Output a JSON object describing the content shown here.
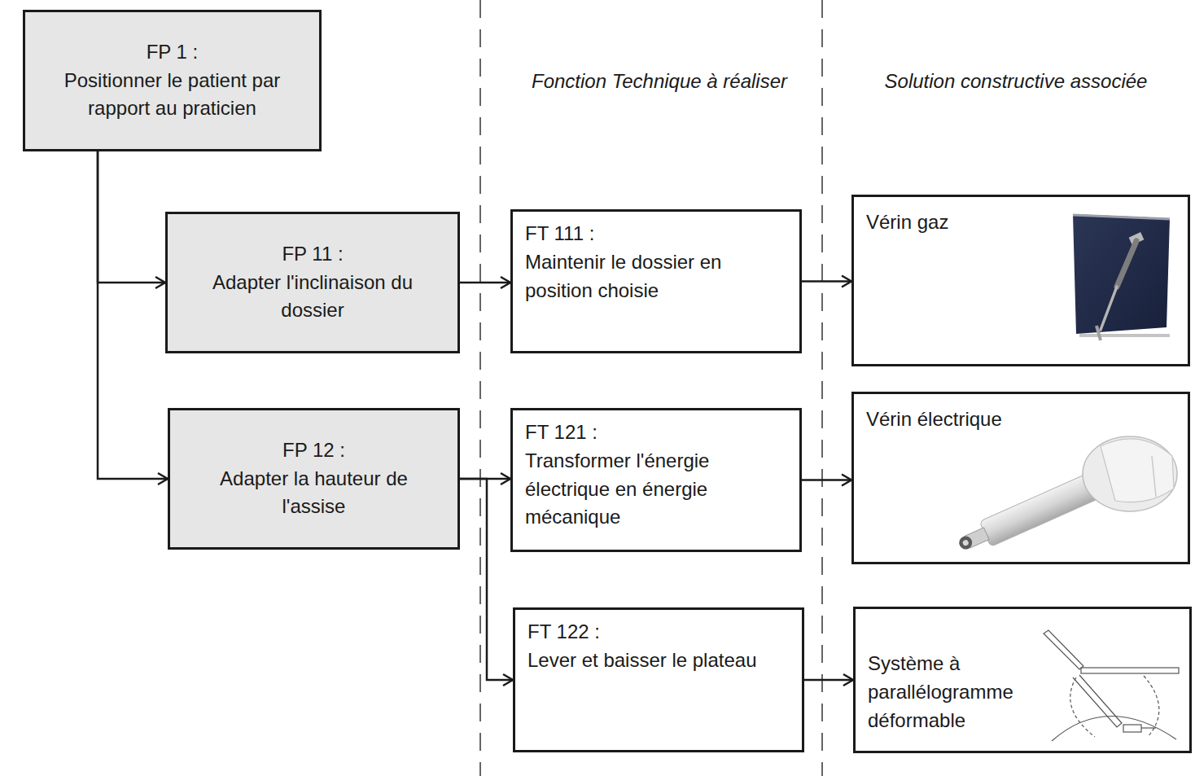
{
  "diagram": {
    "nodes": [
      {
        "text": [
          "FP 1 :",
          "Positionner le patient par rapport au praticien"
        ]
      },
      {
        "text": [
          "FP 11 :",
          "Adapter l'inclinaison du dossier"
        ]
      },
      {
        "text": [
          "FT 111 :",
          "Maintenir le dossier en position choisie"
        ]
      },
      {
        "text": [
          "Vérin gaz"
        ]
      },
      {
        "text": [
          "FP 12 :",
          "Adapter la hauteur de l'assise"
        ]
      },
      {
        "text": [
          "FT 121 :",
          "Transformer l'énergie électrique en énergie mécanique"
        ]
      },
      {
        "text": [
          "Vérin électrique"
        ]
      },
      {
        "text": [
          "FT 122 :",
          "Lever et baisser le plateau"
        ]
      },
      {
        "text": [
          "Système à parallélogramme déformable"
        ]
      }
    ],
    "edges": [
      {
        "from": 0,
        "to": 1,
        "arrow": "to"
      },
      {
        "from": 0,
        "to": 4,
        "arrow": "to"
      },
      {
        "from": 1,
        "to": 2,
        "arrow": "to"
      },
      {
        "from": 2,
        "to": 3,
        "arrow": "to"
      },
      {
        "from": 4,
        "to": 5,
        "arrow": "to"
      },
      {
        "from": 4,
        "to": 7,
        "arrow": "to"
      },
      {
        "from": 5,
        "to": 6,
        "arrow": "to"
      },
      {
        "from": 7,
        "to": 8,
        "arrow": "to"
      }
    ],
    "labels": [
      "Fonction Technique à réaliser",
      "Solution constructive associée"
    ]
  }
}
